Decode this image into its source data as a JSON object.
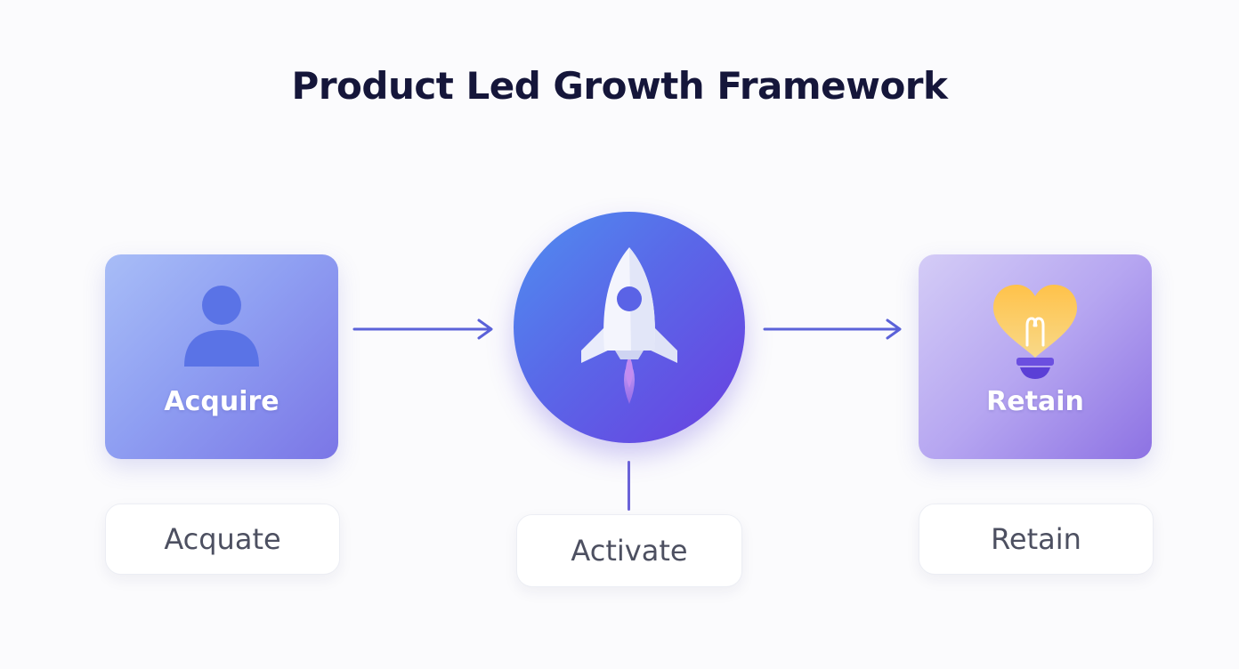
{
  "title": "Product Led Growth Framework",
  "stages": {
    "acquire": {
      "label": "Acquire",
      "caption": "Acquate",
      "icon": "user-icon"
    },
    "activate": {
      "caption": "Activate",
      "icon": "rocket-icon"
    },
    "retain": {
      "label": "Retain",
      "caption": "Retain",
      "icon": "lightbulb-heart-icon"
    }
  },
  "colors": {
    "title": "#15163a",
    "arrow": "#5b62d9",
    "caption_text": "#4d5061"
  }
}
